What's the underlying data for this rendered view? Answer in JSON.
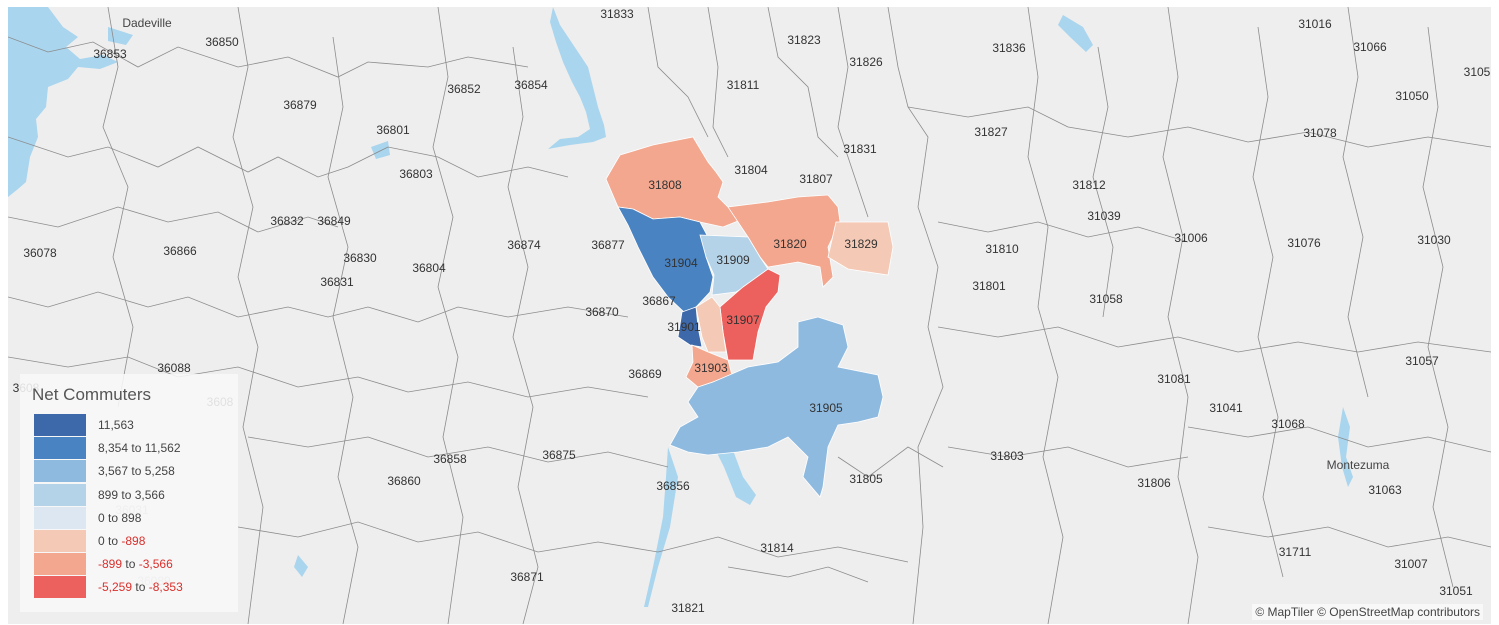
{
  "map": {
    "attribution": "© MapTiler © OpenStreetMap contributors",
    "colors": {
      "land": "#eeeeee",
      "water": "#a9d5ee",
      "boundary": "#8c8c8c",
      "dark_blue": "#3d68aa",
      "mid_blue": "#4a83c1",
      "blue": "#8fbadf",
      "light_blue": "#b5d3e8",
      "pale_blue": "#dde7f2",
      "pale_red": "#f4c9b6",
      "light_red": "#f2a78e",
      "red": "#ec615e"
    },
    "cities": [
      "Dadeville",
      "Montezuma"
    ],
    "zip_labels": [
      "31833",
      "31823",
      "31016",
      "31066",
      "36853",
      "36850",
      "31826",
      "31836",
      "3105",
      "36852",
      "36854",
      "31811",
      "31050",
      "36879",
      "36801",
      "31827",
      "31078",
      "31831",
      "36803",
      "31808",
      "31804",
      "31807",
      "31812",
      "36832",
      "36849",
      "31039",
      "36874",
      "36877",
      "31820",
      "31829",
      "31006",
      "31076",
      "31030",
      "36078",
      "36866",
      "36830",
      "31904",
      "31909",
      "31810",
      "36804",
      "36831",
      "31801",
      "36867",
      "31058",
      "36870",
      "31907",
      "31901",
      "31903",
      "31057",
      "36088",
      "36869",
      "31081",
      "3608",
      "31905",
      "31041",
      "31068",
      "36858",
      "36875",
      "31803",
      "36860",
      "36856",
      "31805",
      "31806",
      "31063",
      "31814",
      "31711",
      "36871",
      "31007",
      "31821",
      "31051"
    ],
    "faint_labels": [
      "36031",
      "36089"
    ],
    "partial_label": "3608"
  },
  "legend": {
    "title": "Net Commuters",
    "items": [
      {
        "label_a": "11,563",
        "label_b": "",
        "label_c": "",
        "color": "#3d68aa"
      },
      {
        "label_a": "8,354",
        "label_b": " to ",
        "label_c": "11,562",
        "color": "#4a83c1"
      },
      {
        "label_a": "3,567",
        "label_b": " to ",
        "label_c": "5,258",
        "color": "#8fbadf"
      },
      {
        "label_a": "899",
        "label_b": " to ",
        "label_c": "3,566",
        "color": "#b5d3e8"
      },
      {
        "label_a": "0",
        "label_b": " to ",
        "label_c": "898",
        "color": "#dde7f2"
      },
      {
        "label_a": "0",
        "label_b": " to ",
        "label_c": "-898",
        "color": "#f4c9b6"
      },
      {
        "label_a": "-899",
        "label_b": " to ",
        "label_c": "-3,566",
        "color": "#f2a78e"
      },
      {
        "label_a": "-5,259",
        "label_b": " to ",
        "label_c": "-8,353",
        "color": "#ec615e"
      }
    ]
  }
}
